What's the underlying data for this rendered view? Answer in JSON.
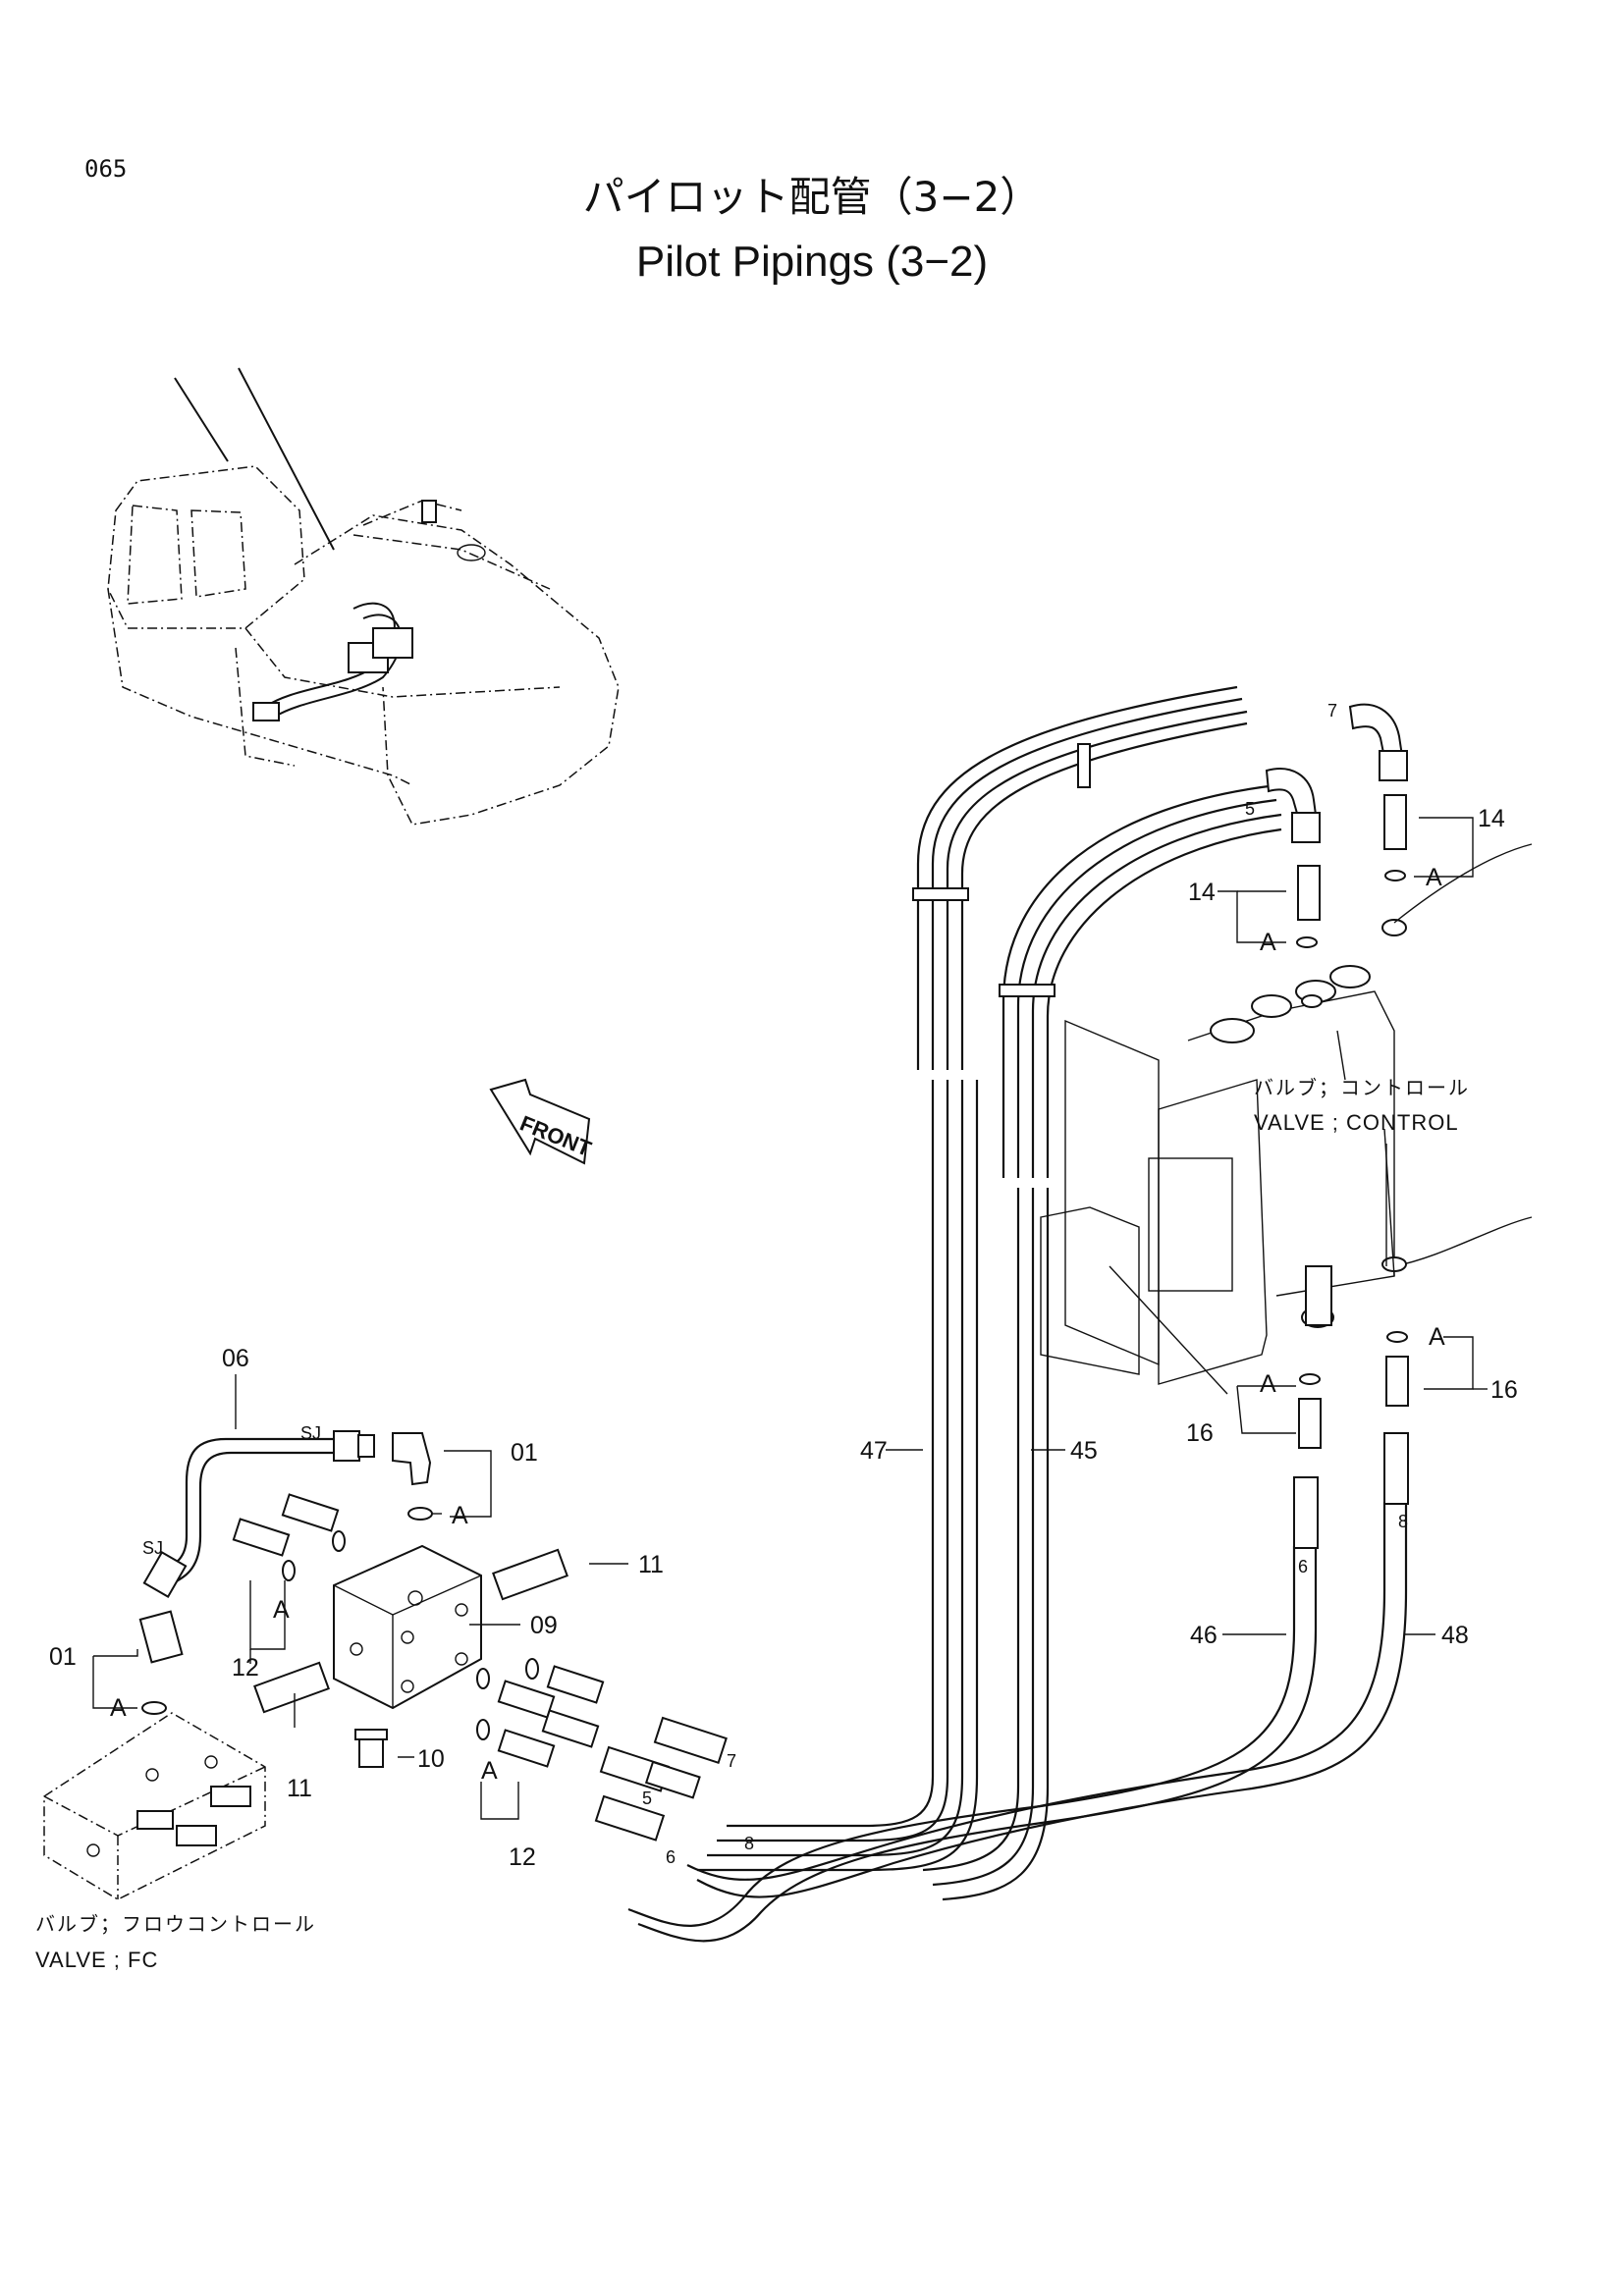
{
  "page_number": "065",
  "title_ja": "パイロット配管（3−2）",
  "title_en": "Pilot Pipings (3−2)",
  "front_label": "FRONT",
  "control_valve": {
    "ja": "バルブ；コントロール",
    "en": "VALVE ; CONTROL"
  },
  "fc_valve": {
    "ja": "バルブ；フロウコントロール",
    "en": "VALVE ; FC"
  },
  "callouts": {
    "c01a": "01",
    "c01b": "01",
    "c06": "06",
    "c09": "09",
    "c10": "10",
    "c11a": "11",
    "c11b": "11",
    "c12a": "12",
    "c12b": "12",
    "c14a": "14",
    "c14b": "14",
    "c16a": "16",
    "c16b": "16",
    "c45": "45",
    "c46": "46",
    "c47": "47",
    "c48": "48",
    "sj1": "SJ",
    "sj2": "SJ",
    "a": "A"
  },
  "hose_marks": {
    "m5": "5",
    "m6": "6",
    "m7": "7",
    "m8": "8"
  }
}
